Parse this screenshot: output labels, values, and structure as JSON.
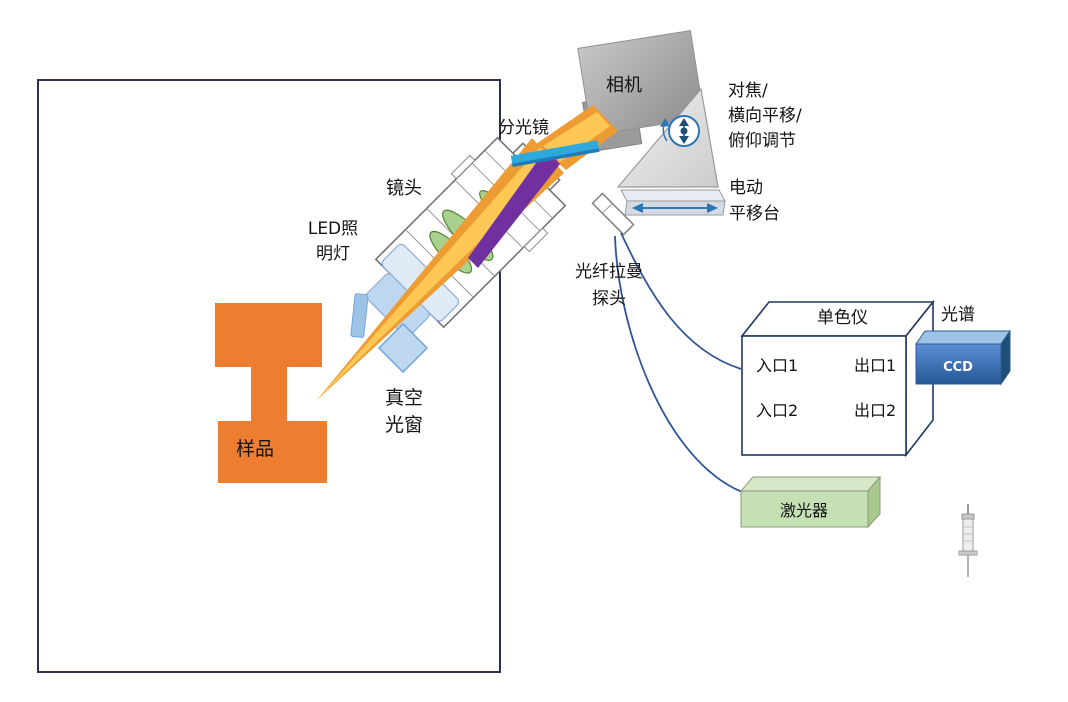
{
  "figure": {
    "type": "optical-raman-setup-diagram",
    "labels": {
      "camera": "相机",
      "beam_splitter": "分光镜",
      "lens": "镜头",
      "led": {
        "line1": "LED照",
        "line2": "明灯"
      },
      "adjustment": {
        "line1": "对焦/",
        "line2": "横向平移/",
        "line3": "俯仰调节"
      },
      "motor_stage": {
        "line1": "电动",
        "line2": "平移台"
      },
      "fiber_probe": {
        "line1": "光纤拉曼",
        "line2": "探头"
      },
      "vacuum_window": {
        "line1": "真空",
        "line2": "光窗"
      },
      "sample": "样品",
      "monochromator": "单色仪",
      "entrance1": "入口1",
      "exit1": "出口1",
      "entrance2": "入口2",
      "exit2": "出口2",
      "spectrum": "光谱",
      "ccd": "CCD",
      "laser": "激光器"
    },
    "colors": {
      "sample_orange": "#ED7D31",
      "beam_yellow_outer": "#ED9B33",
      "beam_yellow_core": "#FFC855",
      "beam_purple": "#7030A0",
      "splitter_blue": "#2FA8DC",
      "window_blue": "#BDD7EE",
      "lens_green": "#A9D18E",
      "ccd_blue": "#2E75B6",
      "laser_green": "#C5E0B4",
      "outline_navy": "#1F3864",
      "camera_gray": "#A6A6A6",
      "fiber_navy": "#2F5597"
    }
  }
}
